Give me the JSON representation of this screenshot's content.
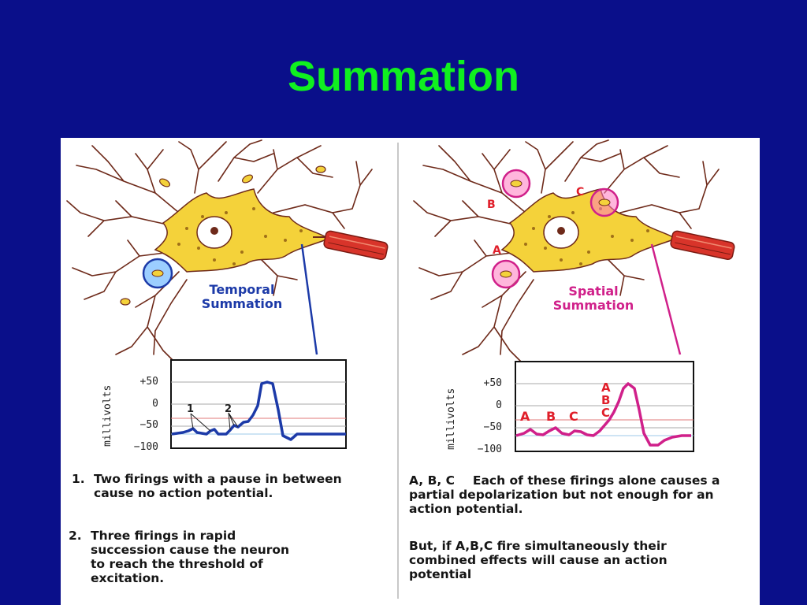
{
  "title": "Summation",
  "left_panel": {
    "label_line1": "Temporal",
    "label_line2": "Summation",
    "graph": {
      "ylabel": "millivolts",
      "ticks": [
        "+50",
        "0",
        "−50",
        "−100"
      ],
      "markers": [
        "1",
        "2"
      ]
    },
    "captions": [
      {
        "num": "1.",
        "text": "Two firings with a pause in between cause no action potential."
      },
      {
        "num": "2.",
        "text": "Three firings in rapid succession cause the neuron to reach the threshold of excitation."
      }
    ]
  },
  "right_panel": {
    "label_line1": "Spatial",
    "label_line2": "Summation",
    "synapse_labels": [
      "A",
      "B",
      "C"
    ],
    "graph": {
      "ylabel": "millivolts",
      "ticks": [
        "+50",
        "0",
        "−50",
        "−100"
      ],
      "markers": [
        "A",
        "B",
        "C"
      ],
      "stacked_markers": [
        "A",
        "B",
        "C"
      ]
    },
    "caption_1_label": "A, B, C",
    "caption_1_text": "Each of these firings alone causes a partial depolarization but not enough for an action potential.",
    "caption_2": "But, if A,B,C fire simultaneously their combined effects will cause an action potential"
  },
  "colors": {
    "background": "#0a0f8a",
    "title": "#10f020",
    "temporal": "#1c3aa8",
    "spatial": "#d0208a",
    "neuron_body": "#f4d23a",
    "axon": "#d8342a"
  }
}
